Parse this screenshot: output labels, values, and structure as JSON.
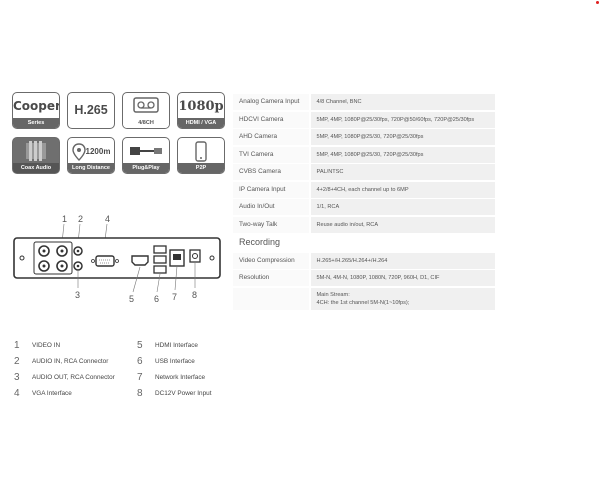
{
  "badges": [
    {
      "title": "Cooper",
      "footer": "Series"
    },
    {
      "title": "H.265",
      "footer": ""
    },
    {
      "title": "",
      "footer": "4/8CH",
      "icon": "tape-icon"
    },
    {
      "title": "1080p",
      "footer": "HDMI / VGA"
    },
    {
      "title": "",
      "footer": "Coax Audio",
      "icon": "coax-icon"
    },
    {
      "title": "1200m",
      "footer": "Long Distance",
      "icon": "location-pin-icon"
    },
    {
      "title": "",
      "footer": "Plug&Play",
      "icon": "plug-icon"
    },
    {
      "title": "",
      "footer": "P2P",
      "icon": "phone-icon"
    }
  ],
  "rear_numbers": [
    "1",
    "2",
    "4",
    "3",
    "5",
    "6",
    "7",
    "8"
  ],
  "legend": [
    {
      "num": "1",
      "label": "VIDEO IN"
    },
    {
      "num": "2",
      "label": "AUDIO IN, RCA Connector"
    },
    {
      "num": "3",
      "label": "AUDIO OUT, RCA Connector"
    },
    {
      "num": "4",
      "label": "VGA Interface"
    },
    {
      "num": "5",
      "label": "HDMI Interface"
    },
    {
      "num": "6",
      "label": "USB Interface"
    },
    {
      "num": "7",
      "label": "Network Interface"
    },
    {
      "num": "8",
      "label": "DC12V Power Input"
    }
  ],
  "specs": {
    "rows1": [
      {
        "label": "Analog Camera Input",
        "value": "4/8 Channel, BNC"
      },
      {
        "label": "HDCVI Camera",
        "value": "5MP, 4MP, 1080P@25/30fps, 720P@50/60fps, 720P@25/30fps"
      },
      {
        "label": "AHD Camera",
        "value": "5MP, 4MP, 1080P@25/30, 720P@25/30fps"
      },
      {
        "label": "TVI Camera",
        "value": "5MP, 4MP, 1080P@25/30, 720P@25/30fps"
      },
      {
        "label": "CVBS Camera",
        "value": "PAL/NTSC"
      },
      {
        "label": "IP Camera Input",
        "value": "4+2/8+4CH, each channel up to 6MP"
      },
      {
        "label": "Audio In/Out",
        "value": "1/1, RCA"
      },
      {
        "label": "Two-way Talk",
        "value": "Reuse audio in/out, RCA"
      }
    ],
    "section": "Recording",
    "rows2": [
      {
        "label": "Video Compression",
        "value": "H.265+/H.265/H.264+/H.264"
      },
      {
        "label": "Resolution",
        "value": "5M-N, 4M-N, 1080P, 1080N, 720P, 960H, D1, CIF"
      }
    ],
    "main_stream_line1": "Main Stream:",
    "main_stream_line2": "4CH: the 1st channel 5M-N(1~10fps);"
  }
}
